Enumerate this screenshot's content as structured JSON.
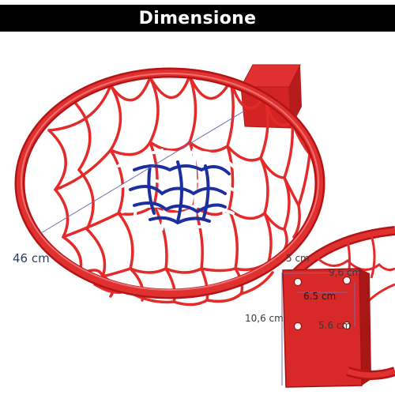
{
  "header": {
    "title": "Dimensione"
  },
  "dimensions": {
    "rim_diameter": "46 cm",
    "bracket_depth": "5 cm",
    "bracket_width": "9,6 cm",
    "bracket_height": "10,6 cm",
    "hole_spacing_horizontal": "6.5 cm",
    "hole_spacing_vertical": "5.6 cm"
  },
  "colors": {
    "rim": "#d51f1f",
    "net_outer": "#e52a2a",
    "net_inner_white": "#ffffff",
    "net_inner_blue": "#1d2f9e",
    "banner": "#000000",
    "measure_line": "#6e6eb0"
  }
}
